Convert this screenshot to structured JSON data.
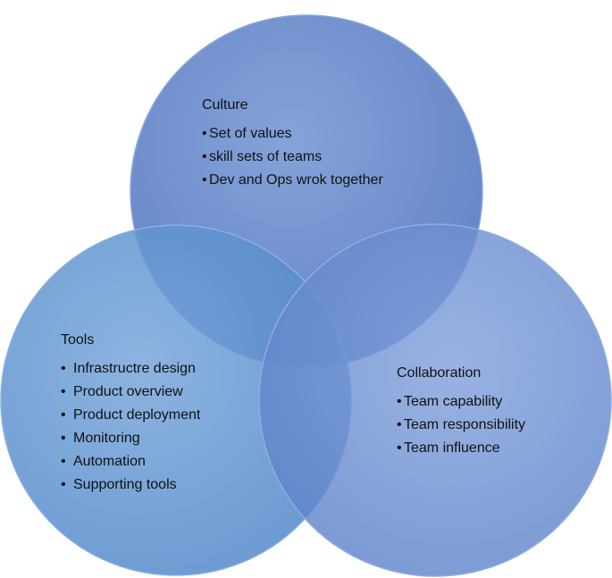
{
  "colors": {
    "culture_fill": "#5f82c6",
    "tools_fill": "#5c92cf",
    "collaboration_fill": "#6a8ed0",
    "outline": "#4f7cc0",
    "text": "#111111"
  },
  "culture": {
    "title": "Culture",
    "items": [
      "Set of values",
      "skill sets of teams",
      "Dev and Ops wrok together"
    ]
  },
  "tools": {
    "title": "Tools",
    "items": [
      "Infrastructre design",
      "Product overview",
      "Product deployment",
      "Monitoring",
      "Automation",
      "Supporting tools"
    ]
  },
  "collaboration": {
    "title": "Collaboration",
    "items": [
      "Team capability",
      "Team responsibility",
      "Team influence"
    ]
  }
}
